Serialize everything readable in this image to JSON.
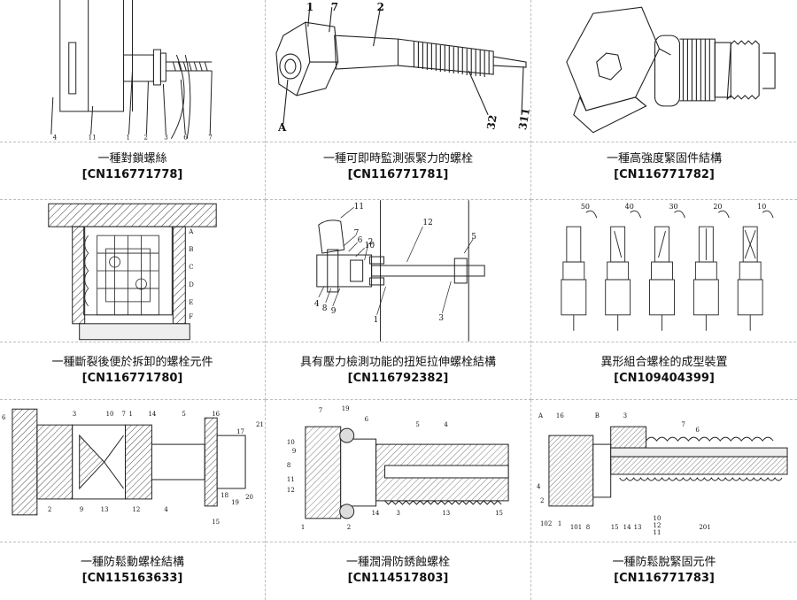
{
  "patents": [
    {
      "title": "一種對鎖螺絲",
      "number": "[CN116771778]"
    },
    {
      "title": "一種可即時監測張緊力的螺栓",
      "number": "[CN116771781]"
    },
    {
      "title": "一種高強度緊固件結構",
      "number": "[CN116771782]"
    },
    {
      "title": "一種斷裂後便於拆卸的螺栓元件",
      "number": "[CN116771780]"
    },
    {
      "title": "具有壓力檢測功能的扭矩拉伸螺栓結構",
      "number": "[CN116792382]"
    },
    {
      "title": "異形組合螺栓的成型裝置",
      "number": "[CN109404399]"
    },
    {
      "title": "一種防鬆動螺栓結構",
      "number": "[CN115163633]"
    },
    {
      "title": "一種潤滑防銹蝕螺栓",
      "number": "[CN114517803]"
    },
    {
      "title": "一種防鬆脫緊固元件",
      "number": "[CN116771783]"
    }
  ],
  "callouts": {
    "d1": [
      "4",
      "11",
      "1",
      "2",
      "3",
      "6",
      "7"
    ],
    "d2": [
      "1",
      "7",
      "2",
      "A",
      "32",
      "311"
    ],
    "d4": [
      "A",
      "B",
      "C",
      "D",
      "E",
      "F"
    ],
    "d5": [
      "11",
      "7",
      "6",
      "10",
      "2",
      "12",
      "5",
      "4",
      "8",
      "9",
      "1",
      "3"
    ],
    "d6": [
      "50",
      "40",
      "30",
      "20",
      "10"
    ],
    "d7": [
      "6",
      "3",
      "10",
      "7",
      "1",
      "14",
      "5",
      "16",
      "17",
      "21",
      "2",
      "9",
      "13",
      "12",
      "4",
      "18",
      "19",
      "20",
      "15"
    ],
    "d8": [
      "7",
      "19",
      "6",
      "5",
      "4",
      "10",
      "9",
      "8",
      "11",
      "12",
      "1",
      "2",
      "14",
      "3",
      "13",
      "15"
    ],
    "d9": [
      "A",
      "16",
      "B",
      "3",
      "7",
      "6",
      "4",
      "2",
      "102",
      "1",
      "101",
      "8",
      "15",
      "14",
      "13",
      "10",
      "12",
      "11",
      "201"
    ]
  }
}
